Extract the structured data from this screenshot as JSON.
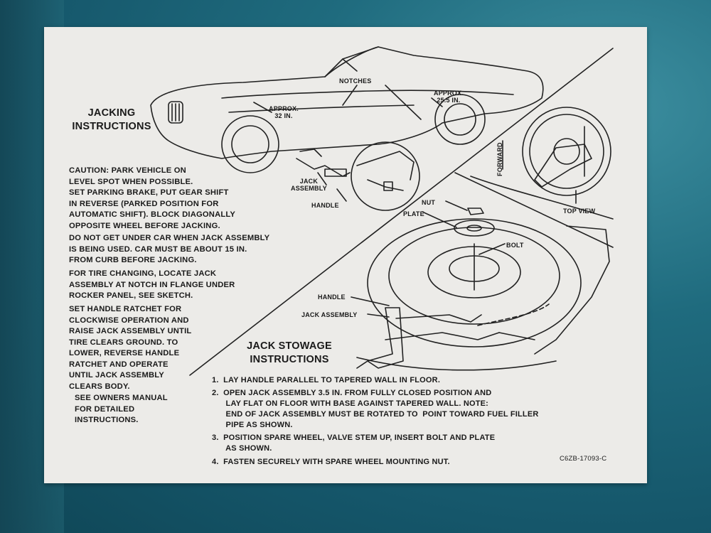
{
  "jacking": {
    "title_line1": "JACKING",
    "title_line2": "INSTRUCTIONS",
    "caution": "CAUTION: PARK VEHICLE ON\nLEVEL SPOT WHEN POSSIBLE.\nSET PARKING BRAKE, PUT GEAR SHIFT\nIN REVERSE (PARKED POSITION FOR\nAUTOMATIC SHIFT). BLOCK DIAGONALLY\nOPPOSITE WHEEL BEFORE JACKING.",
    "no_under": "DO NOT GET UNDER CAR WHEN JACK ASSEMBLY\nIS BEING USED. CAR MUST BE ABOUT 15 IN.\nFROM CURB BEFORE JACKING.",
    "tire_change": "FOR TIRE CHANGING, LOCATE JACK\nASSEMBLY AT NOTCH IN FLANGE UNDER\nROCKER PANEL, SEE SKETCH.",
    "ratchet": "SET HANDLE RATCHET FOR\nCLOCKWISE OPERATION AND\nRAISE JACK ASSEMBLY UNTIL\nTIRE CLEARS GROUND. TO\nLOWER, REVERSE HANDLE\nRATCHET AND OPERATE\nUNTIL JACK ASSEMBLY\nCLEARS BODY.",
    "manual": "SEE OWNERS MANUAL\nFOR DETAILED\nINSTRUCTIONS."
  },
  "diagram_labels": {
    "notches": "NOTCHES",
    "approx_front": "APPROX.\n32 IN.",
    "approx_rear": "APPROX.\n25.5 IN.",
    "jack_assembly": "JACK\nASSEMBLY",
    "handle": "HANDLE",
    "forward": "FORWARD",
    "top_view": "TOP VIEW",
    "nut": "NUT",
    "plate": "PLATE",
    "bolt": "BOLT",
    "handle2": "HANDLE",
    "jack_assembly2": "JACK ASSEMBLY"
  },
  "stowage": {
    "title_line1": "JACK STOWAGE",
    "title_line2": "INSTRUCTIONS",
    "steps": [
      "1.  LAY HANDLE PARALLEL TO TAPERED WALL IN FLOOR.",
      "2.  OPEN JACK ASSEMBLY 3.5 IN. FROM FULLY CLOSED POSITION AND\n      LAY FLAT ON FLOOR WITH BASE AGAINST TAPERED WALL. NOTE:\n      END OF JACK ASSEMBLY MUST BE ROTATED TO  POINT TOWARD FUEL FILLER\n      PIPE AS SHOWN.",
      "3.  POSITION SPARE WHEEL, VALVE STEM UP, INSERT BOLT AND PLATE\n      AS SHOWN.",
      "4.  FASTEN SECURELY WITH SPARE WHEEL MOUNTING NUT."
    ]
  },
  "part_number": "C6ZB-17093-C"
}
